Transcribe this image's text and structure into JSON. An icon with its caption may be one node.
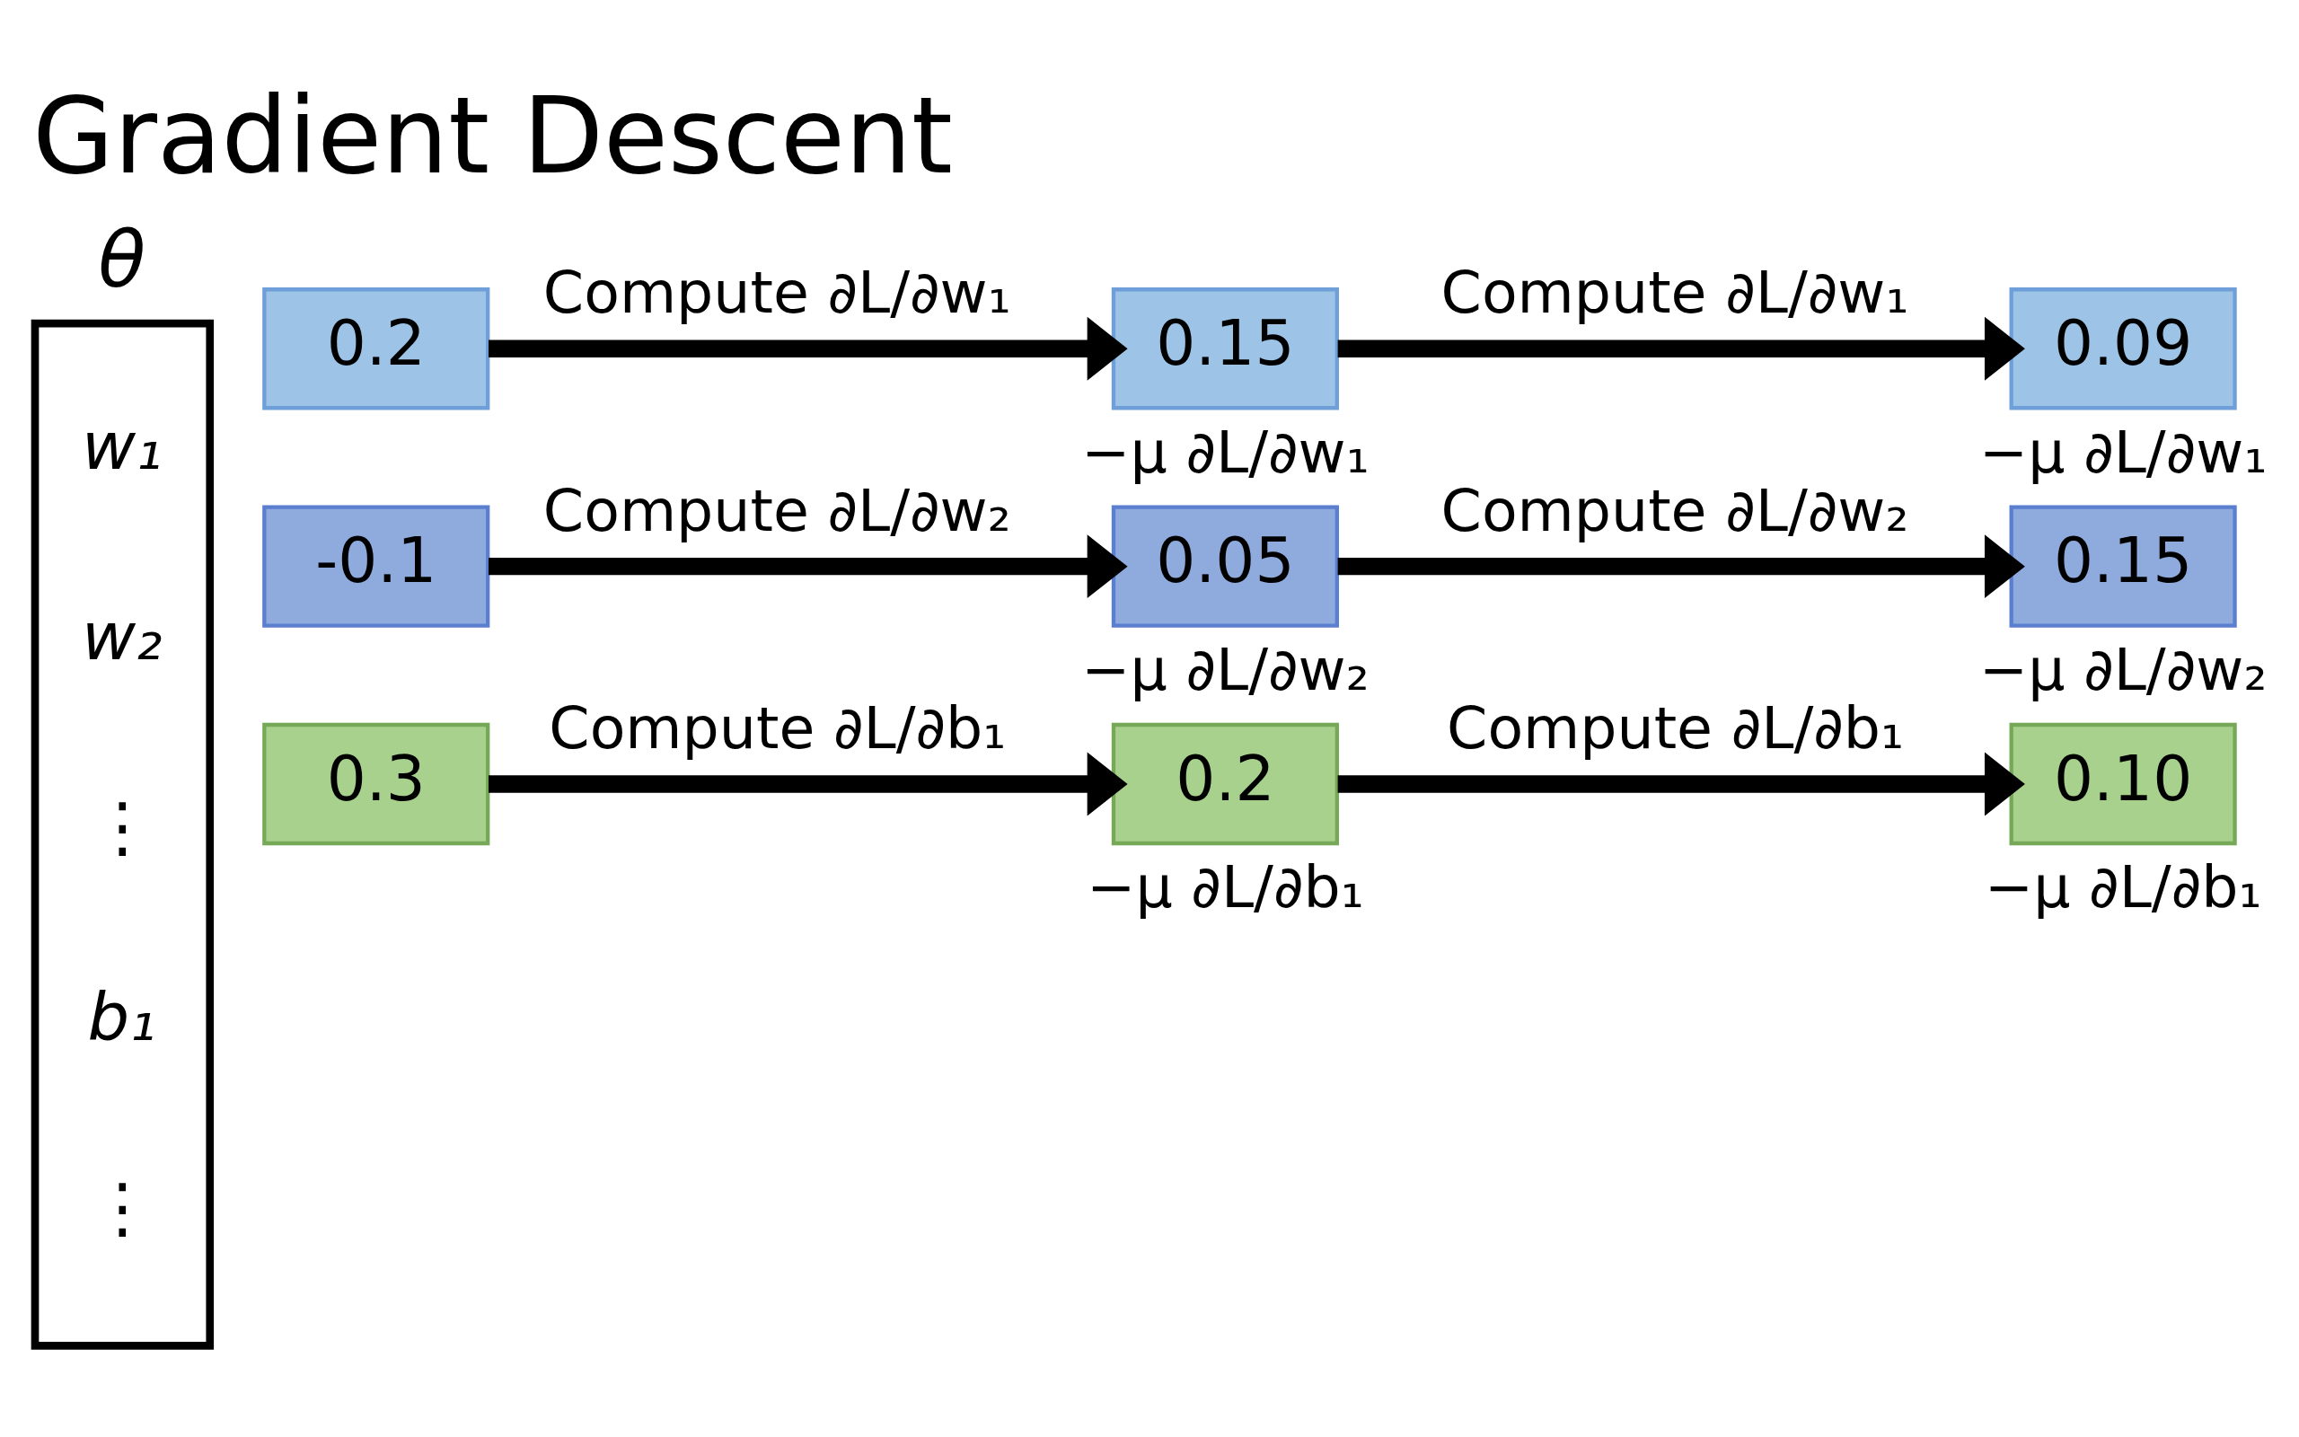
{
  "diagram": {
    "title": "Gradient Descent",
    "nodes": [
      {
        "text": [
          "θ",
          "w₁",
          "w₂",
          "⋮",
          "b₁",
          "⋮"
        ]
      },
      {
        "text": [
          "0.2"
        ]
      },
      {
        "text": [
          "0.15"
        ]
      },
      {
        "text": [
          "0.09"
        ]
      },
      {
        "text": [
          "-0.1"
        ]
      },
      {
        "text": [
          "0.05"
        ]
      },
      {
        "text": [
          "0.15"
        ]
      },
      {
        "text": [
          "0.3"
        ]
      },
      {
        "text": [
          "0.2"
        ]
      },
      {
        "text": [
          "0.10"
        ]
      }
    ],
    "edges": [
      {
        "from": 1,
        "to": 2,
        "arrow": "to",
        "label": "Compute ∂L/∂w₁"
      },
      {
        "from": 2,
        "to": 3,
        "arrow": "to",
        "label": "Compute ∂L/∂w₁"
      },
      {
        "from": 4,
        "to": 5,
        "arrow": "to",
        "label": "Compute ∂L/∂w₂"
      },
      {
        "from": 5,
        "to": 6,
        "arrow": "to",
        "label": "Compute ∂L/∂w₂"
      },
      {
        "from": 7,
        "to": 8,
        "arrow": "to",
        "label": "Compute ∂L/∂b₁"
      },
      {
        "from": 8,
        "to": 9,
        "arrow": "to",
        "label": "Compute ∂L/∂b₁"
      }
    ],
    "labels": [
      "−μ ∂L/∂w₁",
      "−μ ∂L/∂w₁",
      "−μ ∂L/∂w₂",
      "−μ ∂L/∂w₂",
      "−μ ∂L/∂b₁",
      "−μ ∂L/∂b₁"
    ]
  }
}
